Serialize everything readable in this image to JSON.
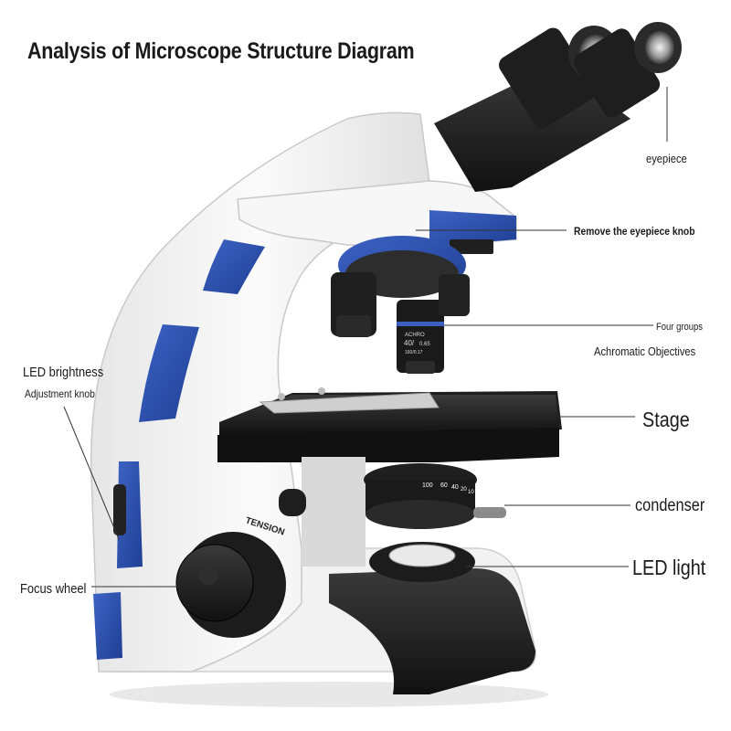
{
  "title": "Analysis of Microscope Structure Diagram",
  "labels": {
    "eyepiece": "eyepiece",
    "remove_knob": "Remove the eyepiece knob",
    "four_groups": "Four groups",
    "achromatic": "Achromatic Objectives",
    "led_brightness": "LED brightness",
    "adjustment_knob": "Adjustment knob",
    "stage": "Stage",
    "condenser": "condenser",
    "led_light": "LED light",
    "focus_wheel": "Focus wheel"
  },
  "engravings": {
    "tension": "TENSION",
    "objective_brand": "ACHRO",
    "objective_mag": "40/",
    "objective_na": "0.65",
    "objective_spec": "160/0.17",
    "condenser_100": "100",
    "condenser_60": "60",
    "condenser_40": "40",
    "condenser_20": "20",
    "condenser_10": "10"
  },
  "colors": {
    "body": "#f4f4f4",
    "accent_blue": "#2c4fa8",
    "black_parts": "#1c1c1c",
    "leader_line": "#333333"
  }
}
